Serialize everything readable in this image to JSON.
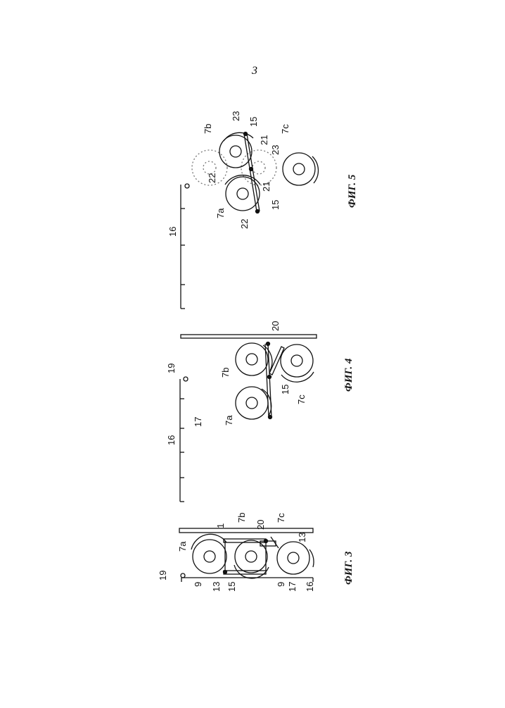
{
  "page": {
    "number": "3"
  },
  "figures": [
    {
      "caption": "ФИГ. 3",
      "labels": {
        "l19": "19",
        "l7a": "7a",
        "l1": "1",
        "l7b": "7b",
        "l20": "20",
        "l7c": "7c",
        "l13a": "13",
        "l13b": "13",
        "l9a": "9",
        "l9b": "9",
        "l15": "15",
        "l17": "17",
        "l16": "16"
      }
    },
    {
      "caption": "ФИГ. 4",
      "labels": {
        "l16": "16",
        "l17": "17",
        "l19": "19",
        "l7a": "7a",
        "l7b": "7b",
        "l15": "15",
        "l7c": "7c",
        "l20": "20"
      }
    },
    {
      "caption": "ФИГ. 5",
      "labels": {
        "l16": "16",
        "l7b": "7b",
        "l23a": "23",
        "l15a": "15",
        "l7c": "7c",
        "l21a": "21",
        "l23b": "23",
        "l22a": "22",
        "l21b": "21",
        "l15b": "15",
        "l7a": "7a",
        "l22b": "22"
      }
    }
  ]
}
